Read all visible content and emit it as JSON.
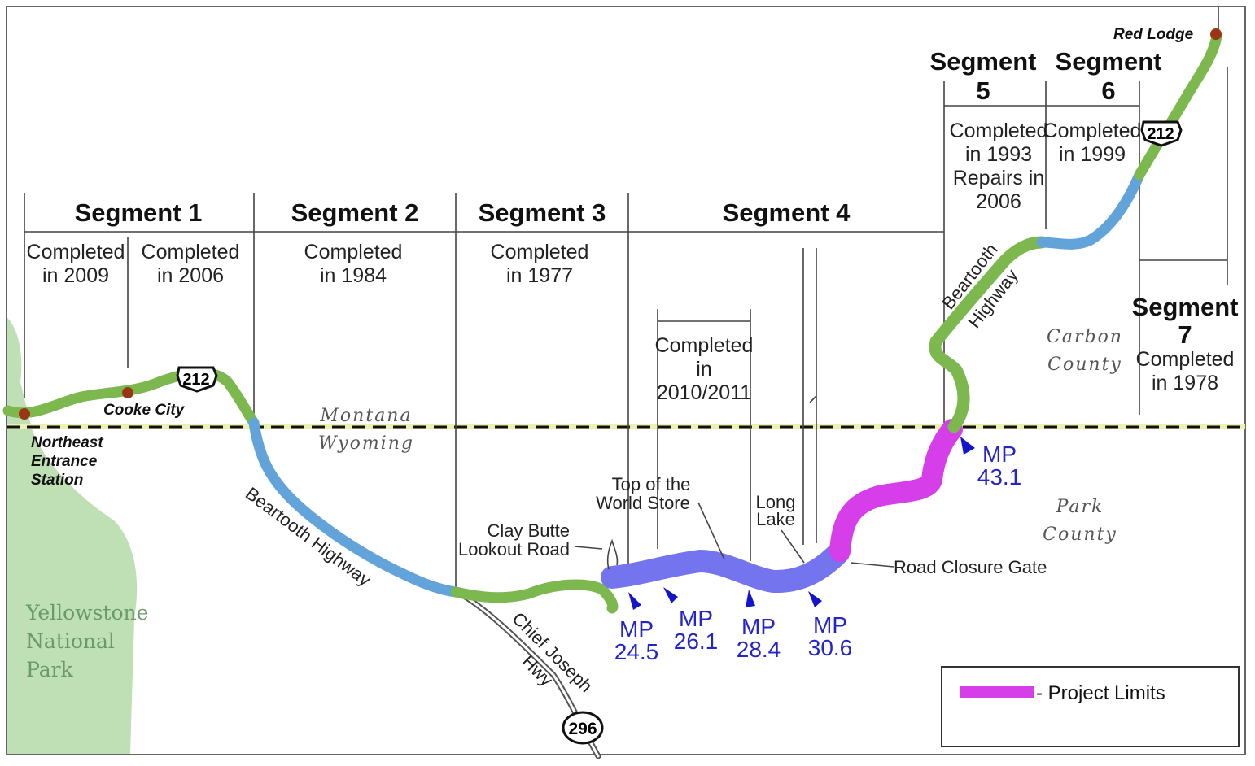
{
  "colors": {
    "completed_green": "#7cb84e",
    "completed_blue": "#62a3d9",
    "current_purple": "#7474ee",
    "project_magenta": "#d53ee8",
    "park_green": "#bfe0b5",
    "milepost_blue": "#2424c8",
    "town_dot": "#9a3516"
  },
  "segments": [
    {
      "title": "Segment 1",
      "notes": [
        [
          "Completed",
          "in 2009"
        ],
        [
          "Completed",
          "in 2006"
        ]
      ]
    },
    {
      "title": "Segment 2",
      "notes": [
        [
          "Completed",
          "in 1984"
        ]
      ]
    },
    {
      "title": "Segment 3",
      "notes": [
        [
          "Completed",
          "in 1977"
        ]
      ]
    },
    {
      "title": "Segment 4",
      "notes": [
        [
          "Completed",
          "in",
          "2010/2011"
        ]
      ]
    },
    {
      "title": [
        "Segment",
        "5"
      ],
      "notes": [
        [
          "Completed",
          "in 1993",
          "Repairs in",
          "2006"
        ]
      ]
    },
    {
      "title": [
        "Segment",
        "6"
      ],
      "notes": [
        [
          "Completed",
          "in 1999"
        ]
      ]
    },
    {
      "title": [
        "Segment",
        "7"
      ],
      "notes": [
        [
          "Completed",
          "in 1978"
        ]
      ]
    }
  ],
  "places": {
    "red_lodge": "Red Lodge",
    "cooke_city": "Cooke City",
    "northeast_entrance": [
      "Northeast",
      "Entrance",
      "Station"
    ],
    "yellowstone": [
      "Yellowstone",
      "National",
      "Park"
    ]
  },
  "states": {
    "north": "Montana",
    "south": "Wyoming"
  },
  "counties": {
    "carbon": [
      "Carbon",
      "County"
    ],
    "park": [
      "Park",
      "County"
    ]
  },
  "roads": {
    "beartooth_highway_1": "Beartooth Highway",
    "beartooth_highway_2": [
      "Beartooth",
      "Highway"
    ],
    "chief_joseph": [
      "Chief Joseph",
      "Hwy"
    ],
    "us212": "212",
    "wy296": "296"
  },
  "landmarks": {
    "clay_butte": [
      "Clay Butte",
      "Lookout Road"
    ],
    "top_of_world": [
      "Top of the",
      "World Store"
    ],
    "long_lake": [
      "Long",
      "Lake"
    ],
    "road_closure_gate": "Road Closure Gate"
  },
  "mileposts": [
    [
      "MP",
      "24.5"
    ],
    [
      "MP",
      "26.1"
    ],
    [
      "MP",
      "28.4"
    ],
    [
      "MP",
      "30.6"
    ],
    [
      "MP",
      "43.1"
    ]
  ],
  "legend": {
    "project_limits": "- Project Limits"
  }
}
